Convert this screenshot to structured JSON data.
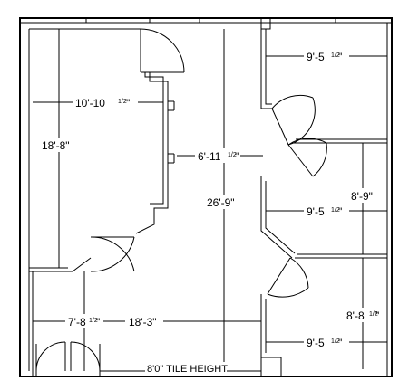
{
  "labels": {
    "room_width_left": "10'-10",
    "room_width_left_frac": "1/2",
    "room_height_left": "18'-8\"",
    "corridor_width": "6'-11",
    "corridor_width_frac": "1/2",
    "overall_height": "26'-9\"",
    "room_top_right_width": "9'-5",
    "room_top_right_width_frac": "1/2",
    "room_mid_right_width": "9'-5",
    "room_mid_right_width_frac": "1/2",
    "room_mid_right_height": "8'-9\"",
    "room_bottom_right_height": "8'-8",
    "room_bottom_right_height_frac": "1/2",
    "room_bottom_right_width": "9'-5",
    "room_bottom_right_width_frac": "1/2",
    "entry_width": "7'-8",
    "entry_width_frac": "1/2",
    "bottom_width": "18'-3\"",
    "tile_height_note": "8'0\" TILE HEIGHT"
  }
}
